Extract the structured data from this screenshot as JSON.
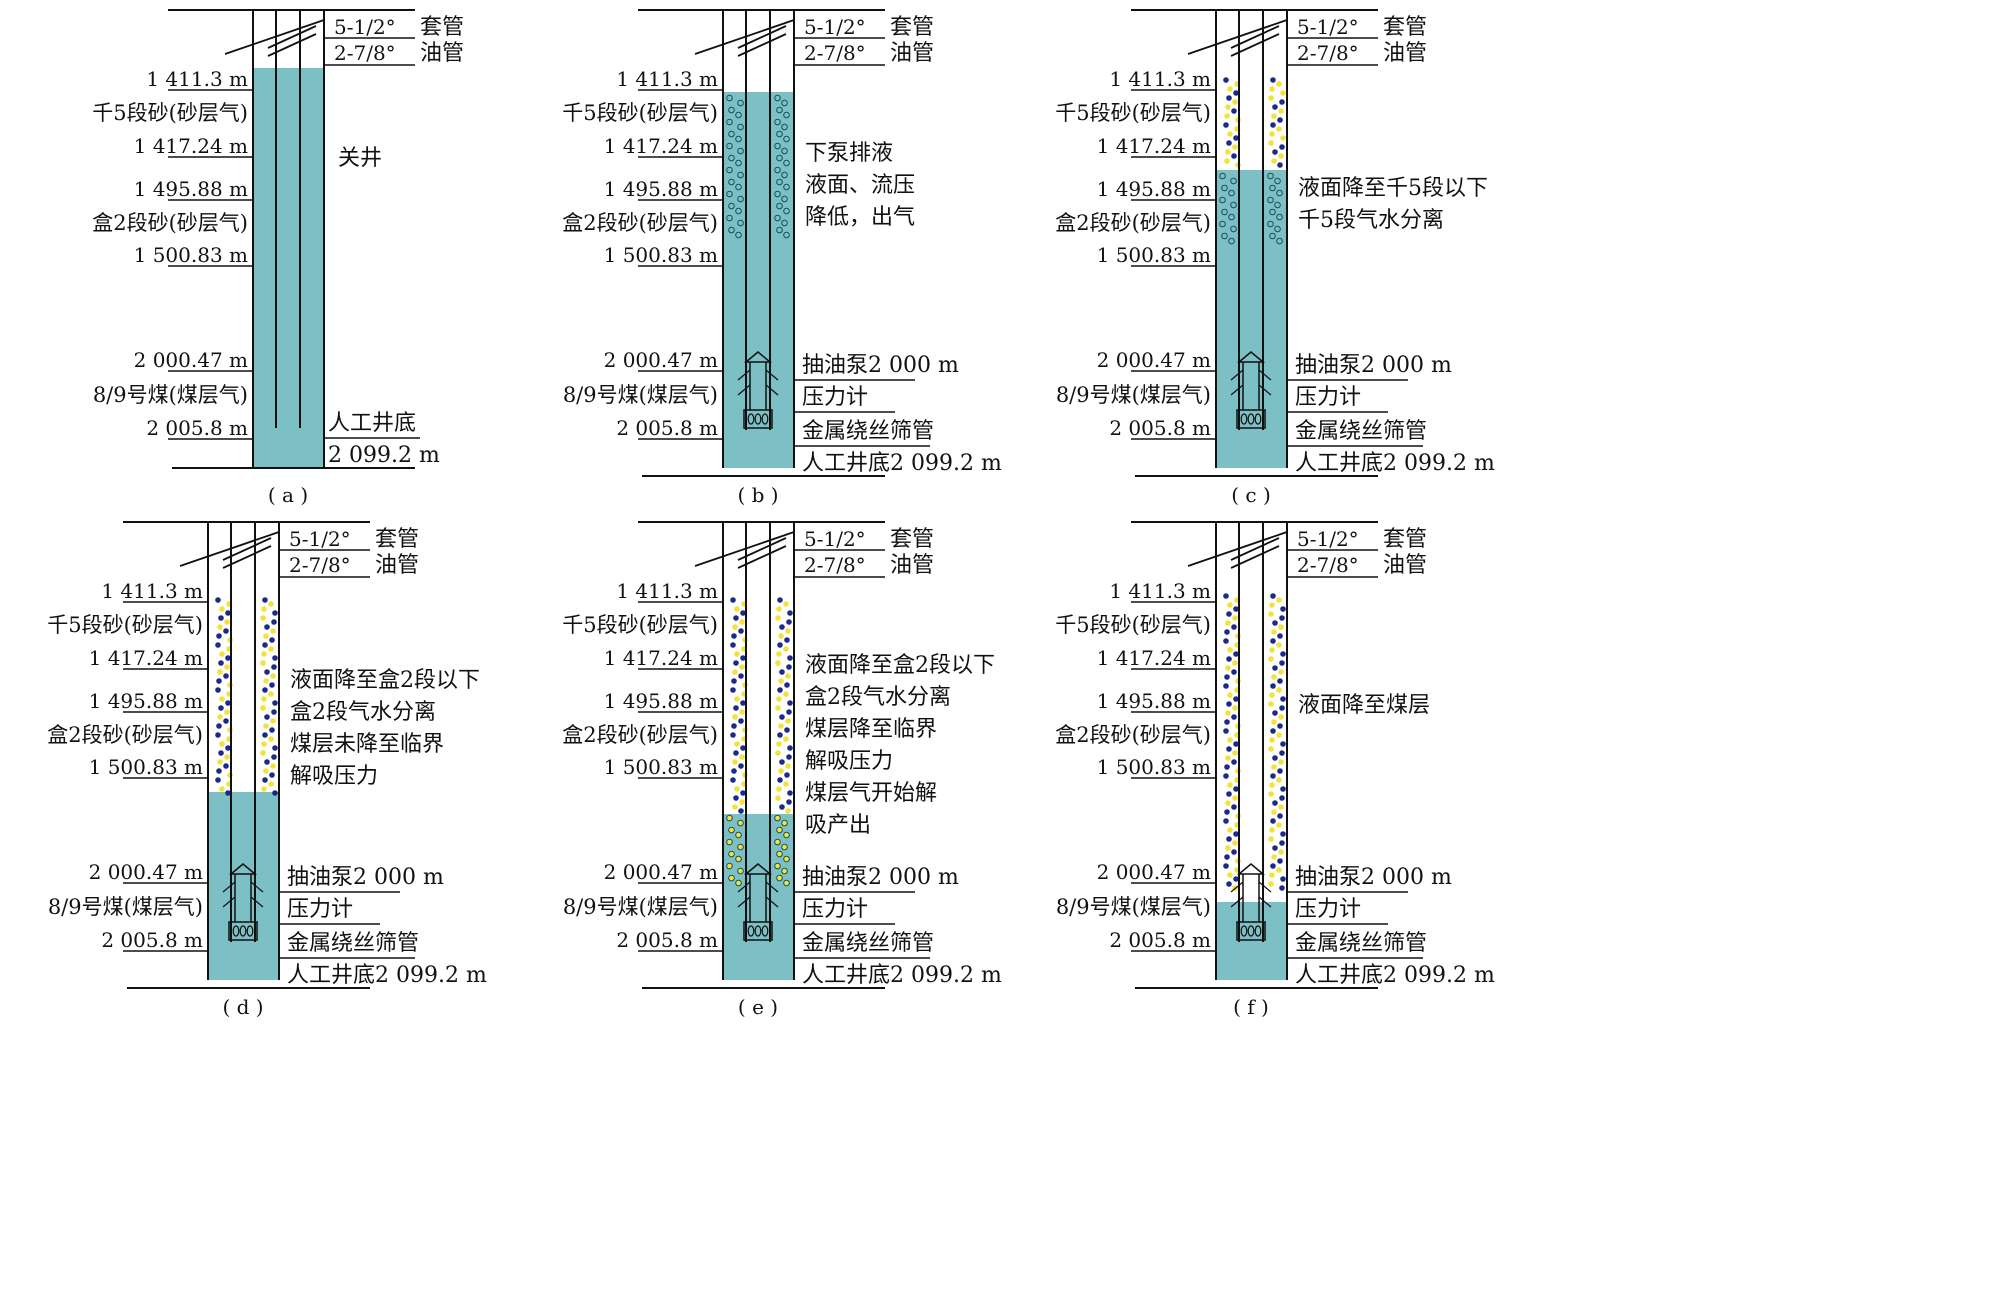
{
  "casing_label": "套管",
  "casing_size": "5-1/2°",
  "tubing_label": "油管",
  "tubing_size": "2-7/8°",
  "depth_1": "1 411.3 m",
  "zone_1": "千5段砂(砂层气)",
  "depth_2": "1 417.24 m",
  "depth_3": "1 495.88 m",
  "zone_2": "盒2段砂(砂层气)",
  "depth_4": "1 500.83 m",
  "depth_5": "2 000.47 m",
  "zone_3": "8/9号煤(煤层气)",
  "depth_6": "2 005.8 m",
  "pump_label": "抽油泵2 000 m",
  "gauge_label": "压力计",
  "screen_label": "金属绕丝筛管",
  "bottom_label": "人工井底2 099.2 m",
  "bottom_label_a1": "人工井底",
  "bottom_label_a2": "2 099.2 m",
  "colors": {
    "liquid": "#7cbfc4",
    "gas_yellow": "#f2e23a",
    "gas_blue": "#1c2a8a",
    "line": "#111111"
  },
  "panels": [
    {
      "id": "a",
      "caption": "( a )",
      "notes": [
        "关井"
      ]
    },
    {
      "id": "b",
      "caption": "( b )",
      "notes": [
        "下泵排液",
        "液面、流压",
        "降低，出气"
      ]
    },
    {
      "id": "c",
      "caption": "( c )",
      "notes": [
        "液面降至千5段以下",
        "千5段气水分离"
      ]
    },
    {
      "id": "d",
      "caption": "( d )",
      "notes": [
        "液面降至盒2段以下",
        "盒2段气水分离",
        "煤层未降至临界",
        "解吸压力"
      ]
    },
    {
      "id": "e",
      "caption": "( e )",
      "notes": [
        "液面降至盒2段以下",
        "盒2段气水分离",
        "煤层降至临界",
        "解吸压力",
        "煤层气开始解",
        "吸产出"
      ]
    },
    {
      "id": "f",
      "caption": "( f )",
      "notes": [
        "液面降至煤层"
      ]
    }
  ]
}
